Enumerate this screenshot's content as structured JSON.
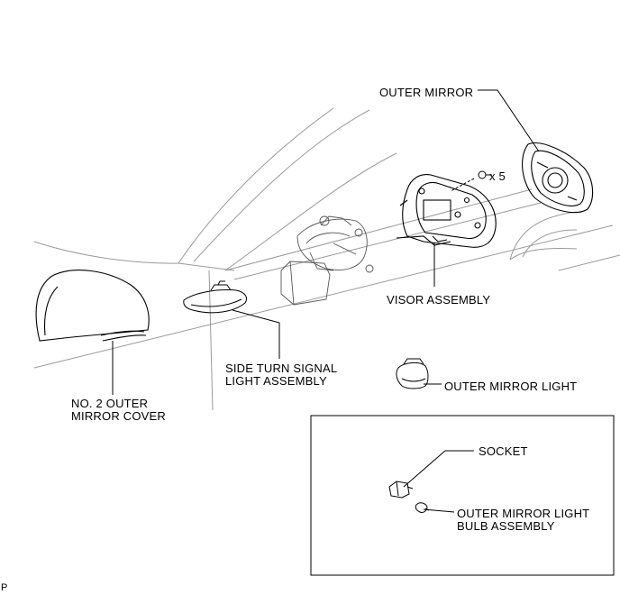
{
  "labels": {
    "outer_mirror": "OUTER MIRROR",
    "screw_count": "x 5",
    "visor_assembly": "VISOR ASSEMBLY",
    "no2_cover_line1": "NO. 2 OUTER",
    "no2_cover_line2": "MIRROR COVER",
    "side_turn_line1": "SIDE TURN SIGNAL",
    "side_turn_line2": "LIGHT ASSEMBLY",
    "outer_mirror_light": "OUTER MIRROR LIGHT",
    "socket": "SOCKET",
    "bulb_line1": "OUTER MIRROR LIGHT",
    "bulb_line2": "BULB ASSEMBLY",
    "corner_code": "P"
  }
}
